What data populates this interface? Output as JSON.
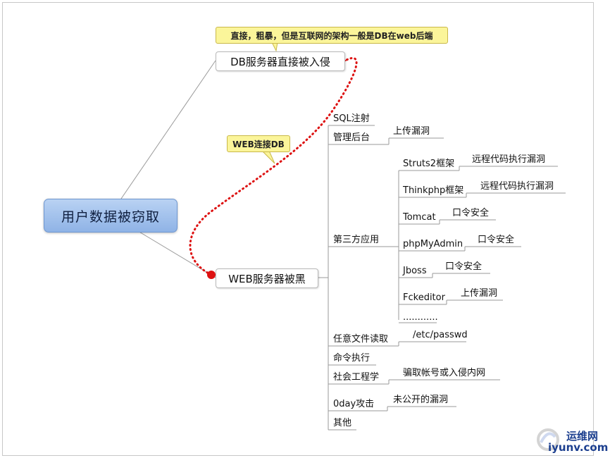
{
  "root": {
    "label": "用户数据被窃取"
  },
  "db_branch": {
    "label": "DB服务器直接被入侵",
    "note": "直接，粗暴，但是互联网的架构一般是DB在web后端"
  },
  "web_branch": {
    "label": "WEB服务器被黑",
    "link_note": "WEB连接DB",
    "children": {
      "sql": "SQL注射",
      "admin": "管理后台",
      "admin_child": "上传漏洞",
      "third_party": "第三方应用",
      "apps": [
        {
          "name": "Struts2框架",
          "issue": "远程代码执行漏洞"
        },
        {
          "name": "Thinkphp框架",
          "issue": "远程代码执行漏洞"
        },
        {
          "name": "Tomcat",
          "issue": "口令安全"
        },
        {
          "name": "phpMyAdmin",
          "issue": "口令安全"
        },
        {
          "name": "Jboss",
          "issue": "口令安全"
        },
        {
          "name": "Fckeditor",
          "issue": "上传漏洞"
        }
      ],
      "apps_more": "............",
      "file_read": "任意文件读取",
      "file_read_child": "/etc/passwd",
      "cmd": "命令执行",
      "social": "社会工程学",
      "social_child": "骗取帐号或入侵内网",
      "zeroday": "0day攻击",
      "zeroday_child": "未公开的漏洞",
      "other": "其他"
    }
  },
  "colors": {
    "link": "#dd1111",
    "root_fill": "#a9c6ef",
    "callout_fill": "#fbf59a"
  },
  "watermark": {
    "line1": "运维网",
    "line2": "iyunv.com"
  }
}
